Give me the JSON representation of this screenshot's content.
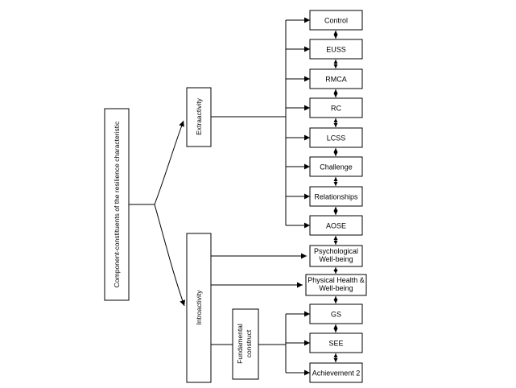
{
  "root": {
    "label": "Component-constituents of the resilience characteristic"
  },
  "branches": {
    "extra": "Extraactivity",
    "intro": "Introactivity",
    "fundamental": [
      "Fundamental",
      "construct"
    ]
  },
  "extra_items": [
    "Control",
    "EUSS",
    "RMCA",
    "RC",
    "LCSS",
    "Challenge",
    "Relationships",
    "AOSE"
  ],
  "intro_items": [
    [
      "Psychological",
      "Well-being"
    ],
    [
      "Physical Health &",
      "Well-being"
    ]
  ],
  "fund_items": [
    "GS",
    "SEE",
    "Achievement 2"
  ]
}
